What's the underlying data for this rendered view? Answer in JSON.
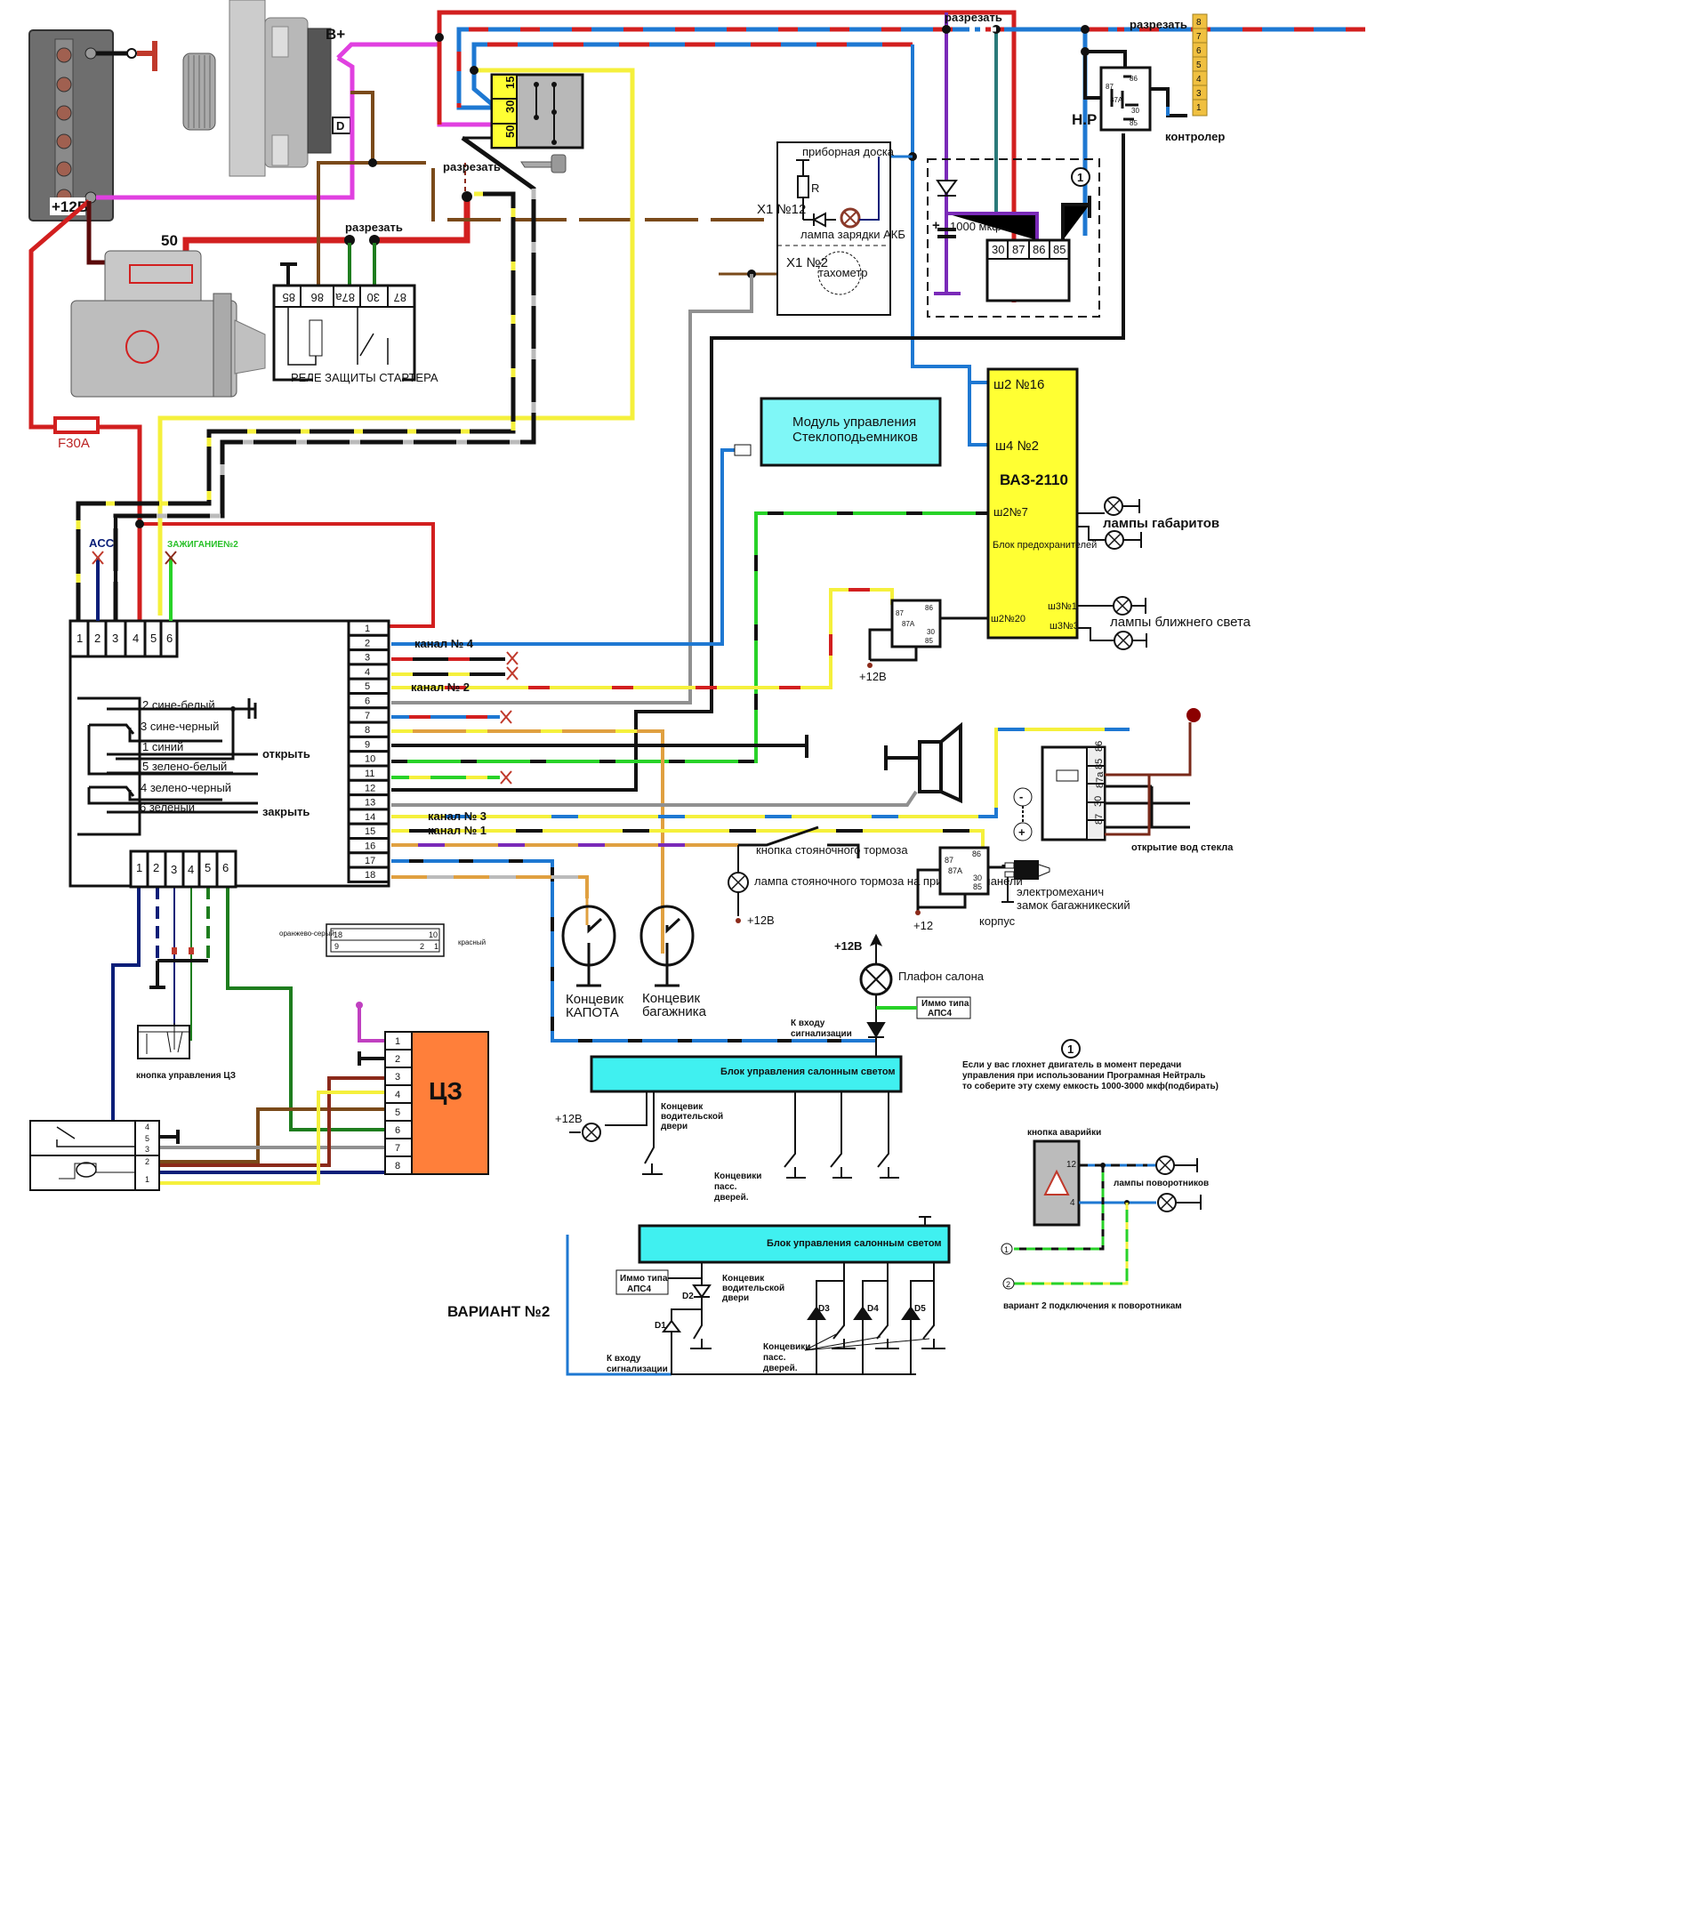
{
  "diagram": {
    "title": "STARLAIN A8",
    "battery": {
      "label": "+12В"
    },
    "alternator": {
      "b_plus": "B+",
      "d": "D"
    },
    "ignition_switch": {
      "pins": [
        "15",
        "30",
        "50"
      ],
      "cut_label": "разрезать"
    },
    "starter": {
      "pin": "50",
      "fuse": "F30A"
    },
    "starter_relay": {
      "title": "РЕЛЕ ЗАЩИТЫ СТАРТЕРА",
      "pins": [
        "85",
        "86",
        "87a",
        "30",
        "87"
      ],
      "cut_label": "разрезать"
    },
    "dashboard": {
      "title": "приборная доска",
      "resistor": "R",
      "x1_12": "X1 №12",
      "x1_2": "X1 №2",
      "charge_lamp": "лампа зарядки АКБ",
      "tachometer": "тахометр"
    },
    "top_right": {
      "cut_label_1": "разрезать",
      "cut_label_2": "разрезать",
      "nr_label": "Н.Р",
      "nr_relay_pins": [
        "86",
        "87",
        "87A",
        "30",
        "85"
      ],
      "controller_label": "контролер",
      "controller_pins": [
        "8",
        "7",
        "6",
        "5",
        "4",
        "3",
        "1"
      ],
      "capacitor": "1000 мкф",
      "cap_plus": "+",
      "circle_note": "1",
      "relay_pins": [
        "30",
        "87",
        "86",
        "85"
      ]
    },
    "vaz": {
      "title": "ВАЗ-2110",
      "sh2_16": "ш2 №16",
      "sh4_2": "ш4 №2",
      "sh2_7": "ш2№7",
      "fuse_block": "Блок предохранителей",
      "sh3_1": "ш3№1",
      "sh3_3": "ш3№3",
      "sh2_20": "ш2№20",
      "lamps_marker": "лампы габаритов",
      "lamps_low": "лампы ближнего света",
      "relay_pins": [
        "86",
        "87",
        "87A",
        "30",
        "85"
      ],
      "plus12": "+12В"
    },
    "window_module": {
      "line1": "Модуль управления",
      "line2": "Стеклоподьемников"
    },
    "alarm_unit": {
      "top_pins": [
        "1",
        "2",
        "3",
        "4",
        "5",
        "6"
      ],
      "acc_label": "ACC",
      "ign2_label": "ЗАЖИГАНИЕ№2",
      "right_pins": [
        "1",
        "2",
        "3",
        "4",
        "5",
        "6",
        "7",
        "8",
        "9",
        "10",
        "11",
        "12",
        "13",
        "14",
        "15",
        "16",
        "17",
        "18"
      ],
      "bottom_pins": [
        "1",
        "2",
        "3",
        "4",
        "5",
        "6"
      ],
      "relay_wires": [
        {
          "num": "2",
          "color": "сине-белый"
        },
        {
          "num": "3",
          "color": "сине-черный"
        },
        {
          "num": "1",
          "color": "синий"
        },
        {
          "num": "5",
          "color": "зелено-белый"
        },
        {
          "num": "4",
          "color": "зелено-черный"
        },
        {
          "num": "6",
          "color": "зеленый"
        }
      ],
      "open_label": "открыть",
      "close_label": "закрыть",
      "channels": {
        "ch4": "канал № 4",
        "ch2": "канал № 2",
        "ch3": "канал № 3",
        "ch1": "канал № 1"
      }
    },
    "parking_brake": {
      "button": "кнопка стояночного тормоза",
      "lamp": "лампа стояночного тормоза на приборной панели",
      "plus12": "+12В"
    },
    "hood_switch": {
      "line1": "Концевик",
      "line2": "КАПОТА"
    },
    "trunk_switch": {
      "line1": "Концевик",
      "line2": "багажника"
    },
    "connector": {
      "left_label": "оранжево-серый",
      "right_label": "красный",
      "pins_top": [
        "18",
        "10"
      ],
      "pins_bottom": [
        "9",
        "2",
        "1"
      ]
    },
    "cz_button": {
      "label": "кнопка управления ЦЗ"
    },
    "cz": {
      "title": "ЦЗ",
      "pins": [
        "1",
        "2",
        "3",
        "4",
        "5",
        "6",
        "7",
        "8"
      ]
    },
    "door_module_pins": [
      "4",
      "5",
      "3",
      "2",
      "1"
    ],
    "siren_relay": {
      "pins": [
        "86",
        "85",
        "87a",
        "30",
        "87"
      ],
      "label": "открытие вод стекла",
      "minus": "-",
      "plus": "+"
    },
    "trunk_lock": {
      "pins": [
        "86",
        "87",
        "87A",
        "30",
        "85"
      ],
      "label1": "электромеханич",
      "label2": "замок багажник",
      "label2_suffix": "еский",
      "ground": "корпус",
      "plus12": "+12"
    },
    "interior_light": {
      "plus12": "+12В",
      "lamp": "Плафон салона",
      "immo_line1": "Иммо типа",
      "immo_line2": "АПС4",
      "to_alarm_1": "К входу",
      "to_alarm_2": "сигнализации",
      "block": "Блок управления салонным светом",
      "driver_1": "Концевик",
      "driver_2": "водительской",
      "driver_3": "двери",
      "pass_1": "Концевики",
      "pass_2": "пасс.",
      "pass_3": "дверей.",
      "lamp_plus": "+12В"
    },
    "note": {
      "circle": "1",
      "line1": "Если у вас глохнет двигатель в момент передачи",
      "line2": "управления при использовании Програмная Нейтраль",
      "line3": "то соберите эту схему емкость 1000-3000 мкф(подбирать)"
    },
    "hazard": {
      "title": "кнопка аварийки",
      "pin12": "12",
      "pin4": "4",
      "lamps": "лампы поворотников",
      "opt1": "1",
      "opt2": "2",
      "variant2_note": "вариант 2 подключения к поворотникам"
    },
    "variant2": {
      "title": "ВАРИАНТ №2",
      "block": "Блок управления салонным светом",
      "immo_line1": "Иммо типа",
      "immo_line2": "АПС4",
      "d1": "D1",
      "d2": "D2",
      "d3": "D3",
      "d4": "D4",
      "d5": "D5",
      "driver_1": "Концевик",
      "driver_2": "водительской",
      "driver_3": "двери",
      "to_alarm_1": "К входу",
      "to_alarm_2": "сигнализации",
      "pass_1": "Концевики",
      "pass_2": "пасс.",
      "pass_3": "дверей."
    },
    "colors": {
      "red": "#d21f1f",
      "blue": "#1e78d2",
      "navy": "#0a1e78",
      "yellow": "#f5f03c",
      "green": "#28d228",
      "dkgreen": "#1e7d1e",
      "brown": "#7a4a1a",
      "magenta": "#e040e0",
      "purple": "#7a2ab8",
      "orange": "#e0a040",
      "gray": "#909090",
      "cyan": "#40f0f0",
      "fuse_yellow": "#ffff33",
      "cz_orange": "#ff7f3a"
    }
  }
}
